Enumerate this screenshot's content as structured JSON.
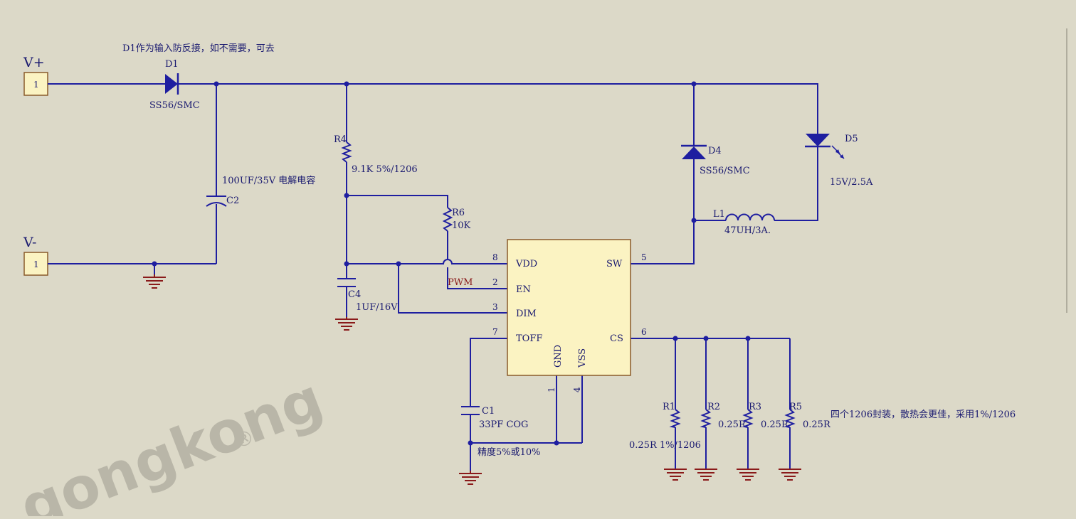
{
  "note_d1": "D1作为输入防反接，如不需要，可去",
  "ports": {
    "vplus": {
      "name": "V+",
      "pin": "1"
    },
    "vminus": {
      "name": "V-",
      "pin": "1"
    }
  },
  "d1": {
    "ref": "D1",
    "value": "SS56/SMC"
  },
  "c2": {
    "ref": "C2",
    "value": "100UF/35V 电解电容"
  },
  "r4": {
    "ref": "R4",
    "value": "9.1K 5%/1206"
  },
  "r6": {
    "ref": "R6",
    "value": "10K"
  },
  "c4": {
    "ref": "C4",
    "value": "1UF/16V"
  },
  "c1": {
    "ref": "C1",
    "value": "33PF COG",
    "note": "精度5%或10%"
  },
  "d4": {
    "ref": "D4",
    "value": "SS56/SMC"
  },
  "d5": {
    "ref": "D5",
    "value": "15V/2.5A"
  },
  "l1": {
    "ref": "L1",
    "value": "47UH/3A."
  },
  "ic": {
    "pins": {
      "vdd": {
        "name": "VDD",
        "num": "8"
      },
      "en": {
        "name": "EN",
        "num": "2"
      },
      "dim": {
        "name": "DIM",
        "num": "3"
      },
      "toff": {
        "name": "TOFF",
        "num": "7"
      },
      "sw": {
        "name": "SW",
        "num": "5"
      },
      "cs": {
        "name": "CS",
        "num": "6"
      },
      "gnd": {
        "name": "GND",
        "num": "1"
      },
      "vss": {
        "name": "VSS",
        "num": "4"
      }
    }
  },
  "pwm_label": "PWM",
  "r1": {
    "ref": "R1",
    "value": "0.25R 1%/1206"
  },
  "r2": {
    "ref": "R2",
    "value": "0.25R"
  },
  "r3": {
    "ref": "R3",
    "value": "0.25R"
  },
  "r5": {
    "ref": "R5",
    "value": "0.25R"
  },
  "note_r": "四个1206封装，散热会更佳，采用1%/1206",
  "watermark": "gongkong",
  "watermark_mark": "®",
  "colors": {
    "background": "#dcd9c8",
    "wire": "#1e1ea0",
    "ground": "#8a1a1a",
    "ic_body": "#fbf3c2"
  }
}
